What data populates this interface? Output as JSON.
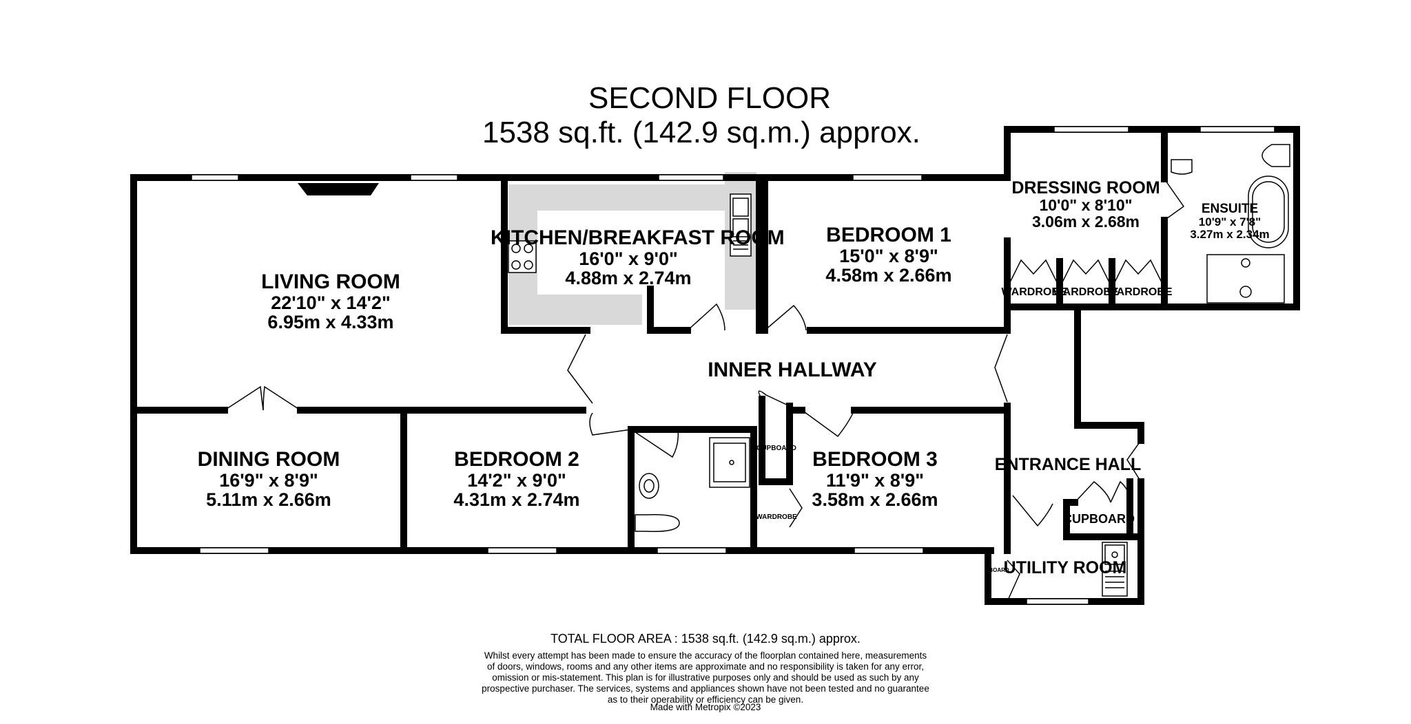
{
  "header": {
    "floor_name": "SECOND FLOOR",
    "floor_area": "1538 sq.ft. (142.9 sq.m.) approx."
  },
  "rooms": {
    "living": {
      "name": "LIVING ROOM",
      "imperial": "22'10\"  x 14'2\"",
      "metric": "6.95m  x 4.33m"
    },
    "kitchen": {
      "name": "KITCHEN/BREAKFAST ROOM",
      "imperial": "16'0\"  x 9'0\"",
      "metric": "4.88m  x 2.74m"
    },
    "bedroom1": {
      "name": "BEDROOM 1",
      "imperial": "15'0\"  x 8'9\"",
      "metric": "4.58m  x 2.66m"
    },
    "dressing": {
      "name": "DRESSING ROOM",
      "imperial": "10'0\"  x 8'10\"",
      "metric": "3.06m  x 2.68m"
    },
    "ensuite": {
      "name": "ENSUITE",
      "imperial": "10'9\"  x 7'8\"",
      "metric": "3.27m  x 2.34m"
    },
    "hallway": {
      "name": "INNER HALLWAY"
    },
    "dining": {
      "name": "DINING ROOM",
      "imperial": "16'9\"  x 8'9\"",
      "metric": "5.11m  x 2.66m"
    },
    "bedroom2": {
      "name": "BEDROOM 2",
      "imperial": "14'2\"  x 9'0\"",
      "metric": "4.31m  x 2.74m"
    },
    "bedroom3": {
      "name": "BEDROOM 3",
      "imperial": "11'9\"  x 8'9\"",
      "metric": "3.58m  x 2.66m"
    },
    "entrance": {
      "name": "ENTRANCE HALL"
    },
    "utility": {
      "name": "UTILITY ROOM"
    }
  },
  "fixtures": {
    "wardrobe": "WARDROBE",
    "cupboard": "CUPBOARD",
    "cupboard_small": "CUPBOARD",
    "wardrobe_small": "WARDROBE",
    "board_small": "BOARD"
  },
  "footer": {
    "total_area": "TOTAL FLOOR AREA : 1538 sq.ft. (142.9 sq.m.) approx.",
    "disclaimer_lines": [
      "Whilst every attempt has been made to ensure the accuracy of the floorplan contained here, measurements",
      "of doors, windows, rooms and any other items are approximate and no responsibility is taken for any error,",
      "omission or mis-statement. This plan is for illustrative purposes only and should be used as such by any",
      "prospective purchaser. The services, systems and appliances shown have not been tested and no guarantee",
      "as to their operability or efficiency can be given."
    ],
    "credit": "Made with Metropix ©2023"
  },
  "colors": {
    "wall": "#000000",
    "fixture_fill": "#d9d9d9",
    "background": "#ffffff"
  }
}
